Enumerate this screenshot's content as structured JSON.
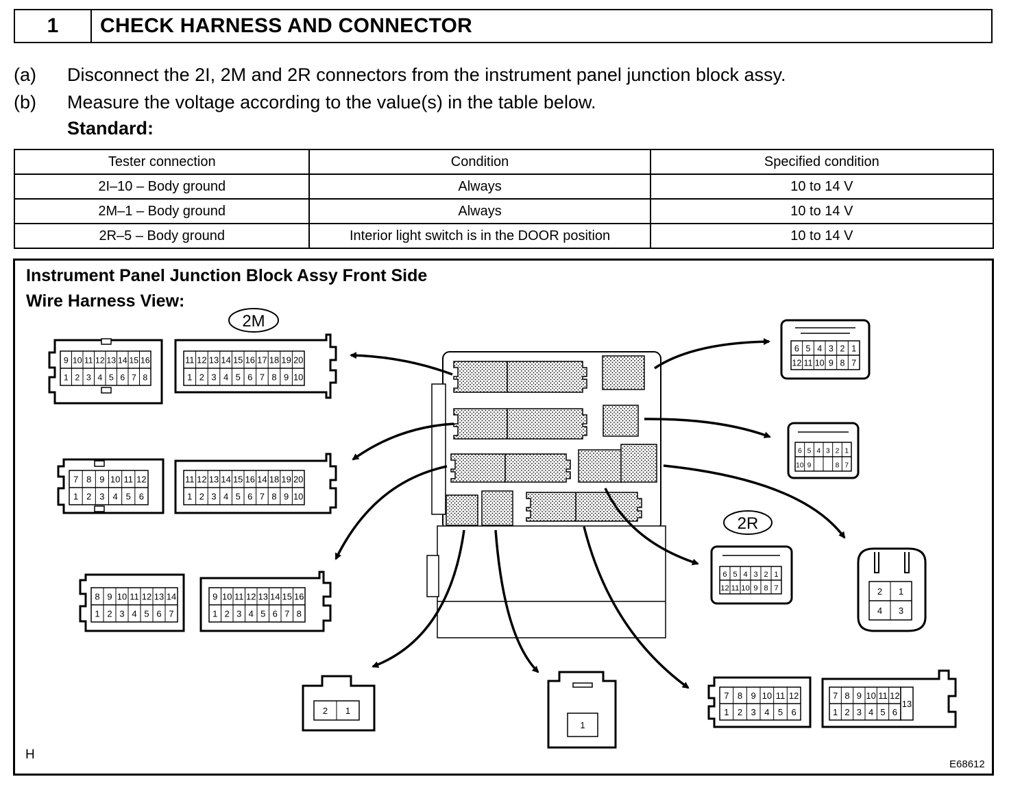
{
  "step": {
    "number": "1",
    "title": "CHECK HARNESS AND CONNECTOR"
  },
  "instructions": [
    {
      "label": "(a)",
      "text": "Disconnect the 2I, 2M and 2R connectors from the instrument panel junction block assy."
    },
    {
      "label": "(b)",
      "text": "Measure the voltage according to the value(s) in the table below."
    }
  ],
  "standard_label": "Standard:",
  "table": {
    "headers": [
      "Tester connection",
      "Condition",
      "Specified condition"
    ],
    "rows": [
      [
        "2I–10 – Body ground",
        "Always",
        "10 to 14 V"
      ],
      [
        "2M–1 – Body ground",
        "Always",
        "10 to 14 V"
      ],
      [
        "2R–5 – Body ground",
        "Interior light switch is in the DOOR position",
        "10 to 14 V"
      ]
    ]
  },
  "diagram": {
    "title_line1": "Instrument Panel Junction Block Assy Front Side",
    "title_line2": "Wire Harness View:",
    "callout_2m": "2M",
    "callout_2r": "2R",
    "corner_left": "H",
    "figure_code": "E68612",
    "conn_a1": {
      "top": [
        "9",
        "10",
        "11",
        "12",
        "13",
        "14",
        "15",
        "16"
      ],
      "bottom": [
        "1",
        "2",
        "3",
        "4",
        "5",
        "6",
        "7",
        "8"
      ]
    },
    "conn_a2": {
      "top": [
        "11",
        "12",
        "13",
        "14",
        "15",
        "16",
        "17",
        "18",
        "19",
        "20"
      ],
      "bottom": [
        "1",
        "2",
        "3",
        "4",
        "5",
        "6",
        "7",
        "8",
        "9",
        "10"
      ]
    },
    "conn_b1": {
      "top": [
        "7",
        "8",
        "9",
        "10",
        "11",
        "12"
      ],
      "bottom": [
        "1",
        "2",
        "3",
        "4",
        "5",
        "6"
      ]
    },
    "conn_b2": {
      "top": [
        "11",
        "12",
        "13",
        "14",
        "15",
        "16",
        "14",
        "18",
        "19",
        "20"
      ],
      "bottom": [
        "1",
        "2",
        "3",
        "4",
        "5",
        "6",
        "7",
        "8",
        "9",
        "10"
      ]
    },
    "conn_c1": {
      "top": [
        "8",
        "9",
        "10",
        "11",
        "12",
        "13",
        "14"
      ],
      "bottom": [
        "1",
        "2",
        "3",
        "4",
        "5",
        "6",
        "7"
      ]
    },
    "conn_c2": {
      "top": [
        "9",
        "10",
        "11",
        "12",
        "13",
        "14",
        "15",
        "16"
      ],
      "bottom": [
        "1",
        "2",
        "3",
        "4",
        "5",
        "6",
        "7",
        "8"
      ]
    },
    "conn_r1": {
      "top": [
        "6",
        "5",
        "4",
        "3",
        "2",
        "1"
      ],
      "bottom": [
        "12",
        "11",
        "10",
        "9",
        "8",
        "7"
      ]
    },
    "conn_r2": {
      "top": [
        "6",
        "5",
        "4",
        "3",
        "2",
        "1"
      ],
      "bottom": [
        "10",
        "9",
        "",
        "",
        "8",
        "7"
      ]
    },
    "conn_2r": {
      "top": [
        "6",
        "5",
        "4",
        "3",
        "2",
        "1"
      ],
      "bottom": [
        "12",
        "11",
        "10",
        "9",
        "8",
        "7"
      ]
    },
    "conn_quad": [
      "2",
      "1",
      "4",
      "3"
    ],
    "conn_two": [
      "2",
      "1"
    ],
    "conn_one": [
      "1"
    ],
    "conn_d1": {
      "top": [
        "7",
        "8",
        "9",
        "10",
        "11",
        "12"
      ],
      "bottom": [
        "1",
        "2",
        "3",
        "4",
        "5",
        "6"
      ]
    },
    "conn_d2": {
      "top": [
        "7",
        "8",
        "9",
        "10",
        "11",
        "12"
      ],
      "bottom": [
        "1",
        "2",
        "3",
        "4",
        "5",
        "6"
      ],
      "side": "13"
    }
  }
}
